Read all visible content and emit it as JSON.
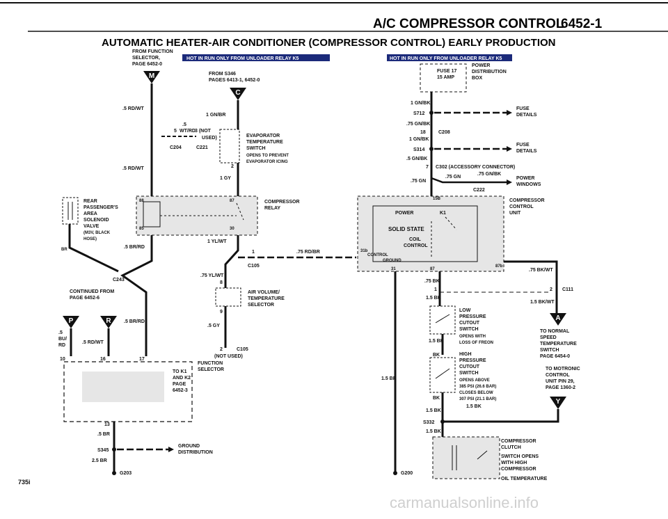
{
  "header": {
    "page_title": "A/C COMPRESSOR CONTROL",
    "page_number": "6452-1",
    "diagram_title": "AUTOMATIC HEATER-AIR CONDITIONER (COMPRESSOR CONTROL)  EARLY PRODUCTION"
  },
  "badges": {
    "left": "HOT IN RUN ONLY FROM UNLOADER RELAY K5",
    "right": "HOT IN RUN ONLY FROM UNLOADER RELAY K5"
  },
  "connectors": {
    "m": "M",
    "c": "C",
    "p": "P",
    "r": "R",
    "a": "A",
    "y": "Y"
  },
  "left": {
    "from_function": [
      "FROM FUNCTION",
      "SELECTOR,",
      "PAGE 6452-0"
    ],
    "from_s346": [
      "FROM S346",
      "PAGES 6413-1, 6452-0"
    ],
    "w_rdwt_1": ".5 RD/WT",
    "w_gnbr": "1 GN/BR",
    "w_wtrd": ".5",
    "w_wtrd2": "WT/RD",
    "pin3_not_used": "3 (NOT",
    "used": "USED)",
    "c204": "C204",
    "c221": "C221",
    "pin5": "5",
    "w_rdwt_2": ".5 RD/WT",
    "evap": [
      "EVAPORATOR",
      "TEMPERATURE",
      "SWITCH"
    ],
    "evap_note": [
      "OPENS TO PREVENT",
      "EVAPORATOR ICING"
    ],
    "pin2": "2",
    "w_gy": "1 GY",
    "rear_solenoid": [
      "REAR",
      "PASSENGER'S",
      "AREA",
      "SOLENOID",
      "VALVE"
    ],
    "rear_note": [
      "(M3V, BLACK",
      "HOSE)"
    ],
    "br": "BR",
    "pin88": "88",
    "pin87": "87",
    "pin85": "85",
    "pin30": "30",
    "compressor_relay": [
      "COMPRESSOR",
      "RELAY"
    ],
    "w_brrd": ".5 BR/RD",
    "w_ylwt": "1 YL/WT",
    "pin1": "1",
    "w_rdbr": ".75 RD/BR",
    "c105_top": "C105",
    "w_ylwt2": ".75 YL/WT",
    "pin8": "8",
    "c243": "C243",
    "continued": [
      "CONTINUED FROM",
      "PAGE 6452-6"
    ],
    "air_vol": [
      "AIR VOLUME/",
      "TEMPERATURE",
      "SELECTOR"
    ],
    "pin9": "9",
    "w_brrd2": ".5 BR/RD",
    "w_gy2": ".5 GY",
    "w_buyrd": [
      ".5",
      "BU/",
      "RD"
    ],
    "w_rdwt3": ".5 RD/WT",
    "pin2_c105": "2",
    "c105_bottom": "C105",
    "not_used": "(NOT USED)",
    "pin10": "10",
    "pin16": "16",
    "pin17": "17",
    "function_selector": [
      "FUNCTION",
      "SELECTOR"
    ],
    "to_k1": [
      "TO K1",
      "AND K2",
      "PAGE",
      "6452-3"
    ],
    "pin13": "13",
    "w_br": ".5 BR",
    "s345": "S345",
    "w_br25": "2.5 BR",
    "ground_dist": [
      "GROUND",
      "DISTRIBUTION"
    ],
    "g203": "G203",
    "page_id": "735i"
  },
  "right": {
    "fuse": [
      "FUSE 17",
      "15 AMP"
    ],
    "power_dist": [
      "POWER",
      "DISTRIBUTION",
      "BOX"
    ],
    "w_gnbk": "1 GN/BK",
    "s712": "S712",
    "fuse_details_1": [
      "FUSE",
      "DETAILS"
    ],
    "w_gnbk75": ".75 GN/BK",
    "pin18": "18",
    "c208": "C208",
    "w_gnbk1": "1 GN/BK",
    "s314": "S314",
    "fuse_details_2": [
      "FUSE",
      "DETAILS"
    ],
    "w_gnbk5": ".5 GN/BK",
    "c302": "C302 (ACCESSORY CONNECTOR)",
    "pin7": "7",
    "w_gn_a": ".75 GN",
    "w_gnbk_b": ".75 GN/BK",
    "w_gn_c": ".75 GN",
    "power_windows": [
      "POWER",
      "WINDOWS"
    ],
    "c222": "C222",
    "pin15b": "15B",
    "ctrl_unit": [
      "COMPRESSOR",
      "CONTROL",
      "UNIT"
    ],
    "power": "POWER",
    "k1": "K1",
    "solid_state": "SOLID STATE",
    "coil_control": [
      "COIL",
      "CONTROL"
    ],
    "control_ground": [
      "CONTROL",
      "GROUND"
    ],
    "pin31b": "31b",
    "pin31": "31",
    "pin87": "87",
    "pin87b": "87b",
    "w_bkwt": ".75 BK/WT",
    "w_bk75": ".75 BK",
    "pin1": "1",
    "w_bk15": "1.5 BK",
    "pin2": "2",
    "c111": "C111",
    "w_bkwt15": "1.5 BK/WT",
    "low_pressure": [
      "LOW",
      "PRESSURE",
      "CUTOUT",
      "SWITCH"
    ],
    "low_note": [
      "OPENS WITH",
      "LOSS OF FREON"
    ],
    "w_bk15b": "1.5 BK",
    "to_normal": [
      "TO NORMAL",
      "SPEED",
      "TEMPERATURE",
      "SWITCH",
      "PAGE 6454-0"
    ],
    "bk": "BK",
    "high_pressure": [
      "HIGH",
      "PRESSURE",
      "CUTOUT",
      "SWITCH"
    ],
    "high_note": [
      "OPENS ABOVE",
      "385 PSI (26.6 BAR)",
      "CLOSES BELOW",
      "307 PSI (21.1 BAR)"
    ],
    "to_motronic": [
      "TO MOTRONIC",
      "CONTROL",
      "UNIT PIN 29,",
      "PAGE 1360-2"
    ],
    "w_br15": "1.5 BR",
    "bk2": "BK",
    "w_bk15c": "1.5 BK",
    "w_bk15d": "1.5 BK",
    "s332": "S332",
    "w_bk15e": "1.5 BK",
    "clutch": [
      "COMPRESSOR",
      "CLUTCH",
      "SWITCH OPENS",
      "WITH HIGH",
      "COMPRESSOR",
      "OIL TEMPERATURE"
    ],
    "g200": "G200"
  },
  "watermark": "carmanualsonline.info"
}
